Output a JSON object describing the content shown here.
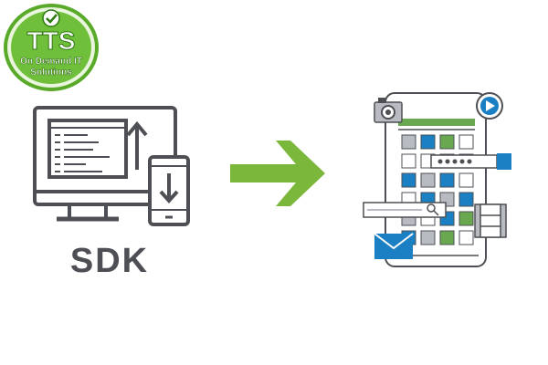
{
  "logo": {
    "letters": "TTS",
    "line1": "On Demand IT",
    "line2": "Solutions"
  },
  "sdk_label": "SDK",
  "colors": {
    "logo_green": "#5aaa2a",
    "logo_dark_green": "#2f7a13",
    "arrow_green": "#7bb73a",
    "outline_gray": "#4d4f54",
    "tile_blue": "#1b7fc4",
    "tile_green": "#6aa84f",
    "tile_gray": "#b8bcc2"
  },
  "icons": {
    "check": "check-icon",
    "monitor": "desktop-monitor-icon",
    "phone": "mobile-phone-icon",
    "upload": "arrow-up-icon",
    "download": "arrow-down-icon",
    "arrow": "arrow-right-icon",
    "camera": "camera-icon",
    "play": "play-icon",
    "search": "search-icon",
    "mail": "envelope-icon",
    "film": "film-strip-icon",
    "password": "password-field-icon"
  }
}
